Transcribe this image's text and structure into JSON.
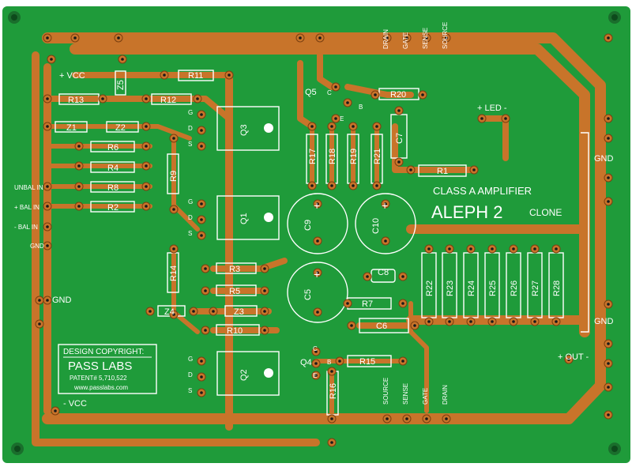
{
  "board": {
    "title_line1": "CLASS A AMPLIFIER",
    "title_line2": "ALEPH 2",
    "title_line3": "CLONE",
    "copyright": {
      "line1": "DESIGN COPYRIGHT:",
      "line2": "PASS LABS",
      "line3": "PATENT# 5,710,522",
      "line4": "www.passlabs.com"
    },
    "power": {
      "vcc_plus": "+ VCC",
      "vcc_minus": "- VCC"
    },
    "inputs": [
      "UNBAL IN",
      "+ BAL IN",
      "- BAL IN",
      "GND"
    ],
    "gnd_left": "GND",
    "gnd_right_top": "GND",
    "gnd_right_bottom": "GND",
    "out": "+ OUT -",
    "led": "+ LED -",
    "top_terminals": [
      "DRAIN",
      "GATE",
      "SENSE",
      "SOURCE"
    ],
    "bottom_terminals": [
      "SOURCE",
      "SENSE",
      "GATE",
      "DRAIN"
    ],
    "gds": [
      "G",
      "D",
      "S"
    ],
    "ceb": [
      "C",
      "E",
      "B"
    ],
    "resistors": {
      "R1": "R1",
      "R2": "R2",
      "R3": "R3",
      "R4": "R4",
      "R5": "R5",
      "R6": "R6",
      "R7": "R7",
      "R8": "R8",
      "R9": "R9",
      "R10": "R10",
      "R11": "R11",
      "R12": "R12",
      "R13": "R13",
      "R14": "R14",
      "R15": "R15",
      "R16": "R16",
      "R17": "R17",
      "R18": "R18",
      "R19": "R19",
      "R20": "R20",
      "R21": "R21",
      "bank": [
        "R22",
        "R23",
        "R24",
        "R25",
        "R26",
        "R27",
        "R28"
      ]
    },
    "zeners": {
      "Z1": "Z1",
      "Z2": "Z2",
      "Z3": "Z3",
      "Z4": "Z4",
      "Z5": "Z5"
    },
    "caps": {
      "C5": "C5",
      "C6": "C6",
      "C7": "C7",
      "C8": "C8",
      "C9": "C9",
      "C10": "C10"
    },
    "transistors": {
      "Q1": "Q1",
      "Q2": "Q2",
      "Q3": "Q3",
      "Q4": "Q4",
      "Q5": "Q5"
    },
    "colors": {
      "substrate": "#1f9b3a",
      "copper": "#c8742a",
      "silkscreen": "#ffffff"
    }
  }
}
